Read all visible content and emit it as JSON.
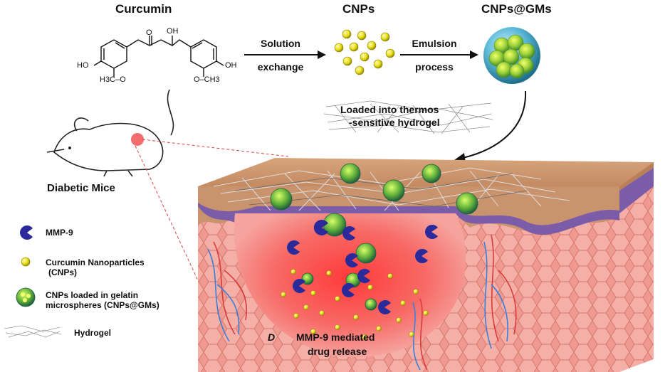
{
  "header": {
    "curcumin": "Curcumin",
    "cnps": "CNPs",
    "cnps_gms": "CNPs@GMs"
  },
  "steps": {
    "step1_line1": "Solution",
    "step1_line2": "exchange",
    "step2_line1": "Emulsion",
    "step2_line2": "process"
  },
  "molecule": {
    "o_label": "O",
    "oh_top": "OH",
    "ho_left": "HO",
    "oh_right": "OH",
    "ome_left": "H3C–O",
    "ome_right": "O–CH3"
  },
  "hydrogel_caption": {
    "line1": "Loaded into thermos",
    "line2": "-sensitive hydrogel"
  },
  "mice_label": "Diabetic Mice",
  "legend": {
    "mmp9": "MMP-9",
    "cnp_line1": "Curcumin Nanoparticles",
    "cnp_line2": "(CNPs)",
    "gm_line1": "CNPs loaded in gelatin",
    "gm_line2": "microspheres (CNPs@GMs)",
    "hydrogel": "Hydrogel"
  },
  "panel_letter": "D",
  "release": {
    "line1": "MMP-9 mediated",
    "line2": "drug release"
  },
  "colors": {
    "nanoparticle": "#e8df1c",
    "microsphere_outer": "#2f9e8f",
    "microsphere_inner": "#a8d94a",
    "mmp9": "#2a2a9a",
    "skin_top": "#e2b48e",
    "epidermis": "#7b5ca8",
    "dermis": "#f2a39c",
    "wound": "#f25a5a",
    "vessel_red": "#d83b3b",
    "vessel_blue": "#3b7fd8"
  }
}
